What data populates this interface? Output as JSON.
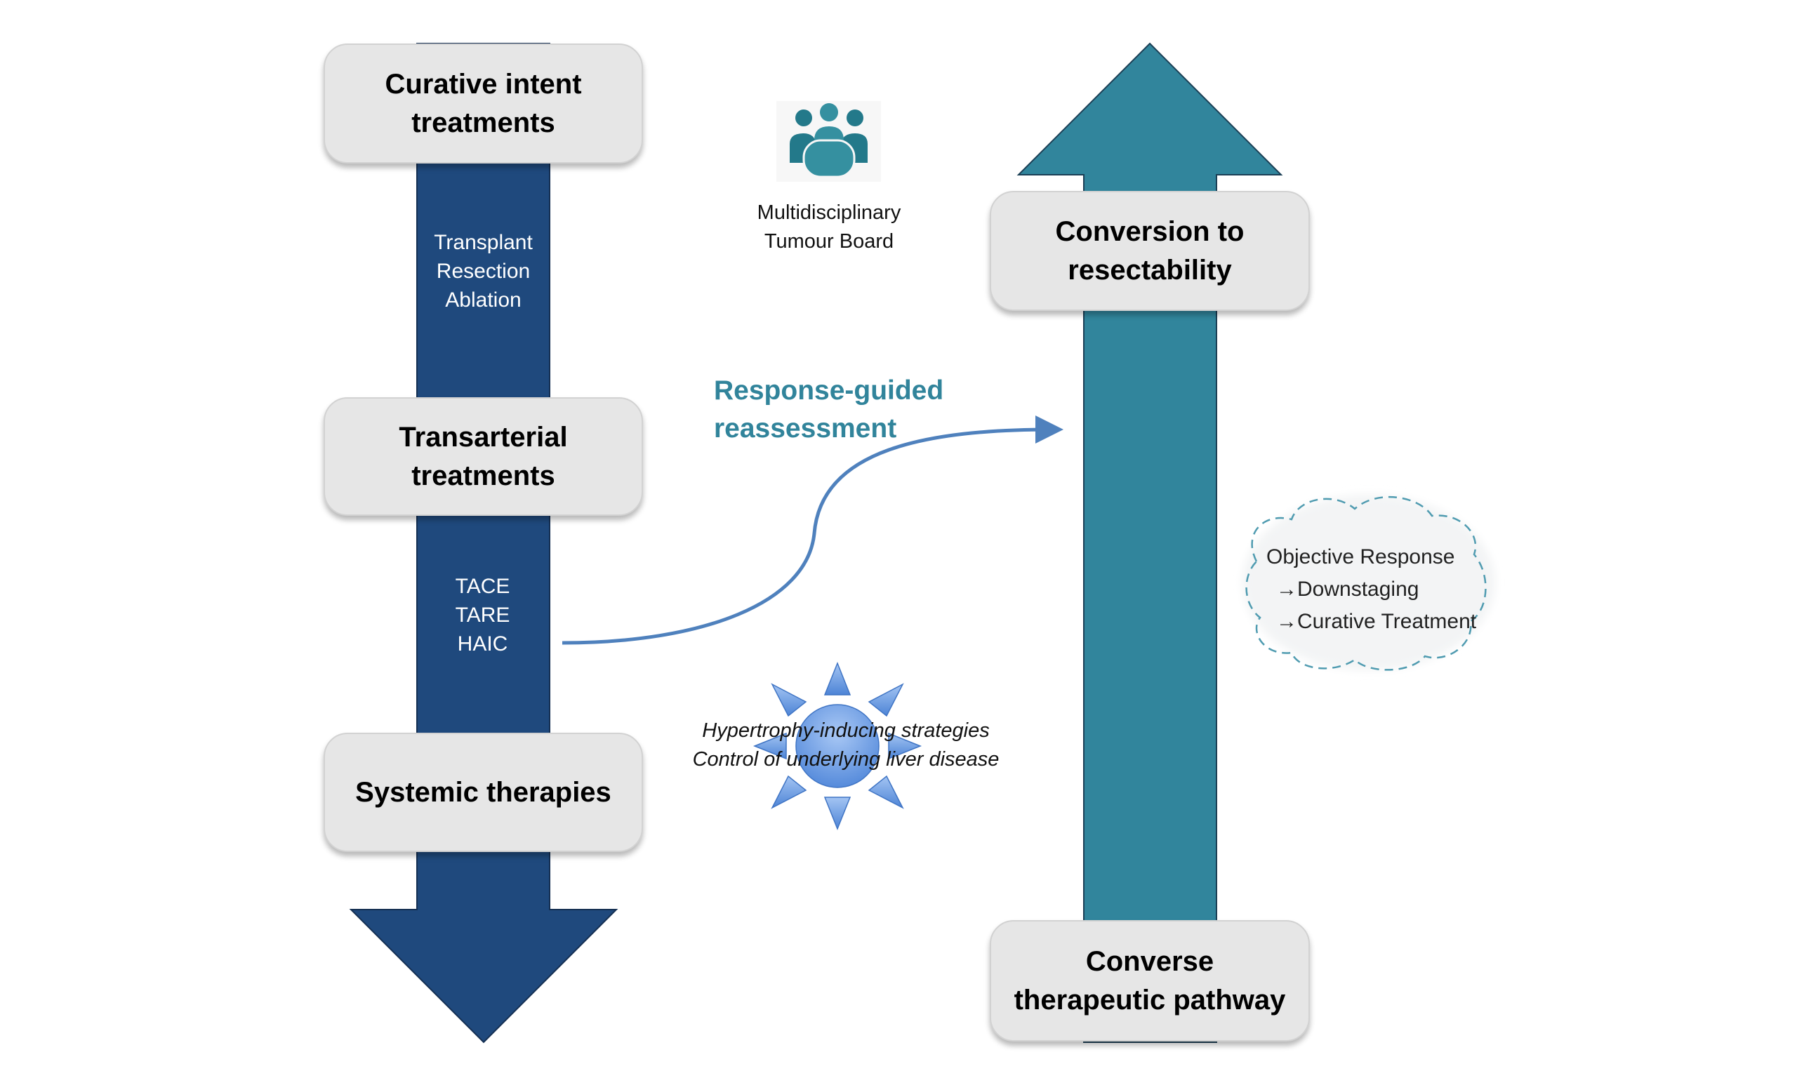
{
  "colors": {
    "left_arrow": "#1f497d",
    "right_arrow": "#31859c",
    "box_fill": "#e6e6e6",
    "accent_text": "#31849b",
    "curve": "#4f81bd",
    "sun": "#6fa0e6",
    "cloud_border": "#4f9bb0",
    "icon": "#2e8c9a"
  },
  "left_pathway": {
    "boxes": [
      {
        "lines": [
          "Curative intent",
          "treatments"
        ]
      },
      {
        "lines": [
          "Transarterial",
          "treatments"
        ]
      },
      {
        "lines": [
          "Systemic therapies"
        ]
      }
    ],
    "stem_labels": [
      {
        "lines": [
          "Transplant",
          "Resection",
          "Ablation"
        ]
      },
      {
        "lines": [
          "TACE",
          "TARE",
          "HAIC"
        ]
      }
    ]
  },
  "mdt": {
    "icon": "meeting-table-people-icon",
    "lines": [
      "Multidisciplinary",
      "Tumour Board"
    ]
  },
  "reassessment": {
    "lines": [
      "Response-guided",
      "reassessment"
    ]
  },
  "sun": {
    "icon": "sun-icon",
    "lines": [
      "Hypertrophy-inducing strategies",
      "Control of underlying liver disease"
    ]
  },
  "right_pathway": {
    "boxes": [
      {
        "lines": [
          "Conversion to",
          "resectability"
        ]
      },
      {
        "lines": [
          "Converse",
          "therapeutic pathway"
        ]
      }
    ]
  },
  "cloud": {
    "lines": [
      "Objective Response",
      "→Downstaging",
      "→Curative Treatment"
    ]
  }
}
